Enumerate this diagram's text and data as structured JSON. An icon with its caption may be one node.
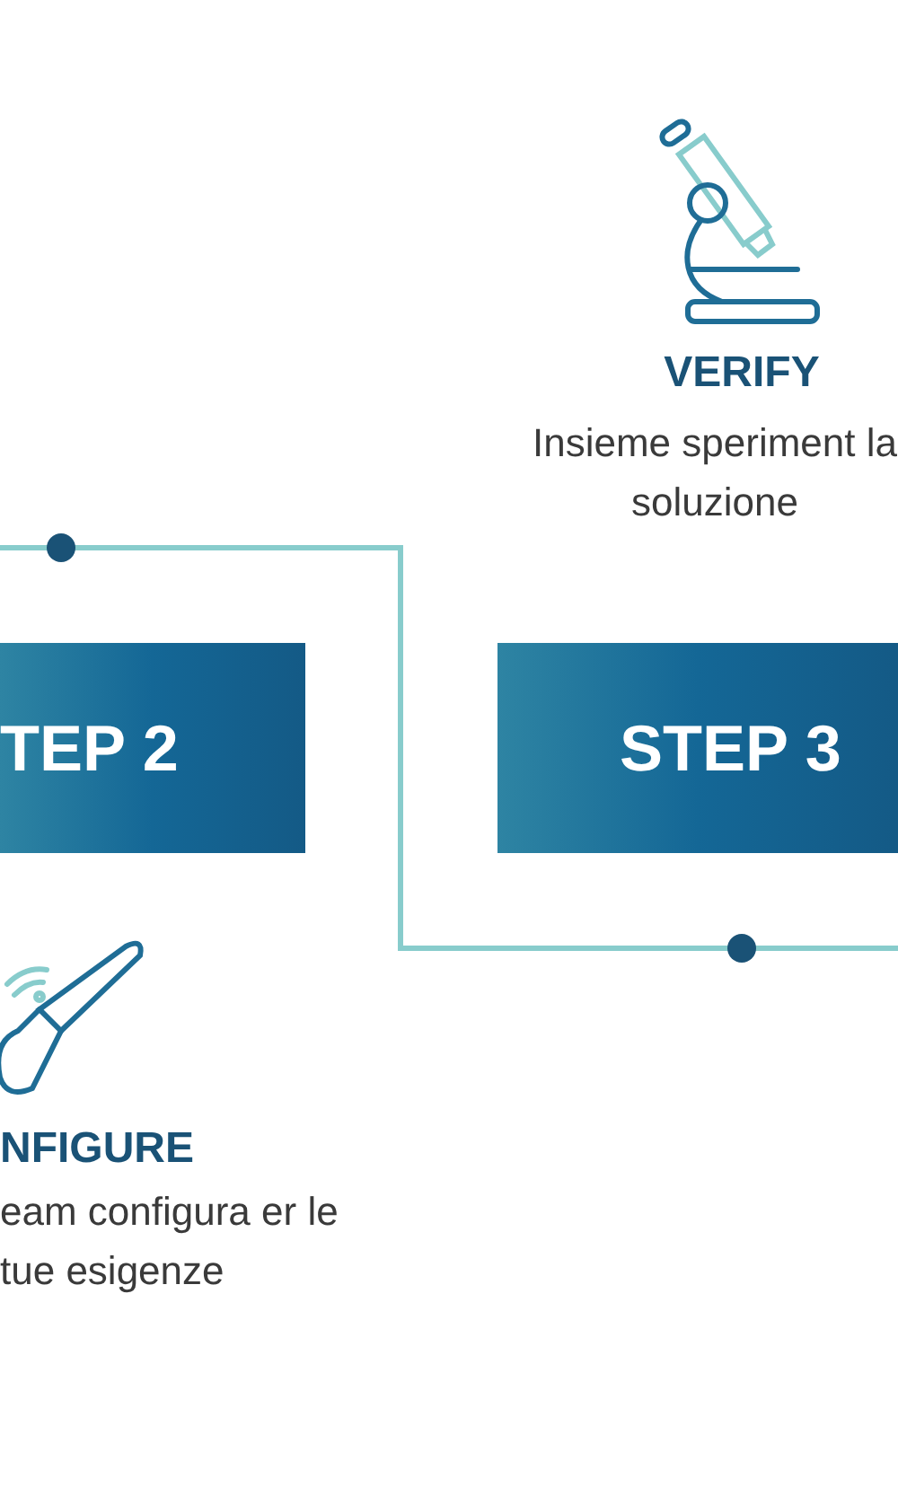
{
  "diagram": {
    "nodes": [
      {
        "text": [
          "TEP 2"
        ]
      },
      {
        "text": [
          "STEP 3"
        ]
      }
    ],
    "labels": [
      "VERIFY",
      "Insieme speriment la soluzione",
      "NFIGURE",
      "eam configura er le tue esigenze"
    ]
  }
}
